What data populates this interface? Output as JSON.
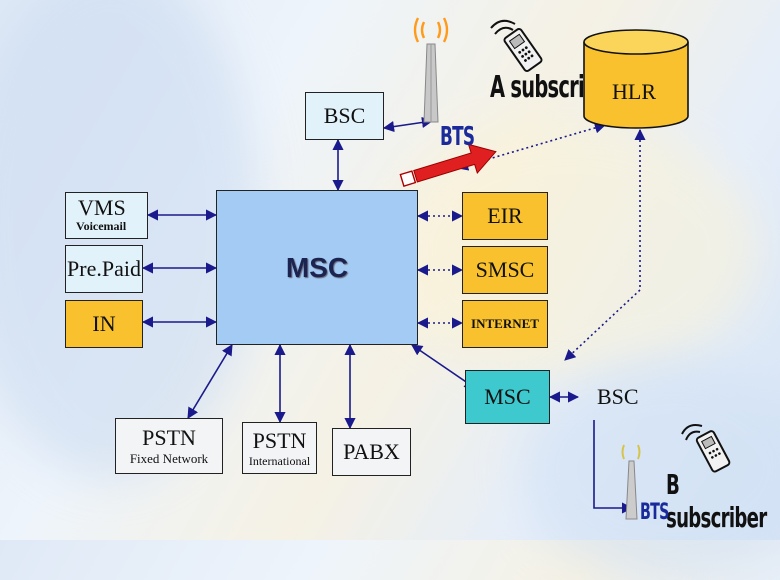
{
  "nodes": {
    "bsc_top": "BSC",
    "hlr": "HLR",
    "vms": "VMS",
    "vms_sub": "Voicemail",
    "prepaid": "Pre.Paid",
    "in": "IN",
    "msc_main": "MSC",
    "eir": "EIR",
    "smsc": "SMSC",
    "internet": "INTERNET",
    "msc_right": "MSC",
    "bsc_right": "BSC",
    "pstn_fixed": "PSTN",
    "pstn_fixed_sub": "Fixed Network",
    "pstn_intl": "PSTN",
    "pstn_intl_sub": "International",
    "pabx": "PABX"
  },
  "labels": {
    "a_subscriber": "A subscriber",
    "b_subscriber": "B subscriber",
    "bts_top": "BTS",
    "bts_bottom": "BTS"
  },
  "colors": {
    "box_blue": "#e2f2fb",
    "box_orange": "#f8c12d",
    "msc_main": "#a4cbf3",
    "msc_teal": "#3ec9cf",
    "arrow": "#1a1a8c",
    "red_arrow": "#e02020",
    "bts_label": "#1a2a9a"
  },
  "icons": [
    "antenna-icon",
    "mobile-phone-icon",
    "red-arrow-icon"
  ]
}
